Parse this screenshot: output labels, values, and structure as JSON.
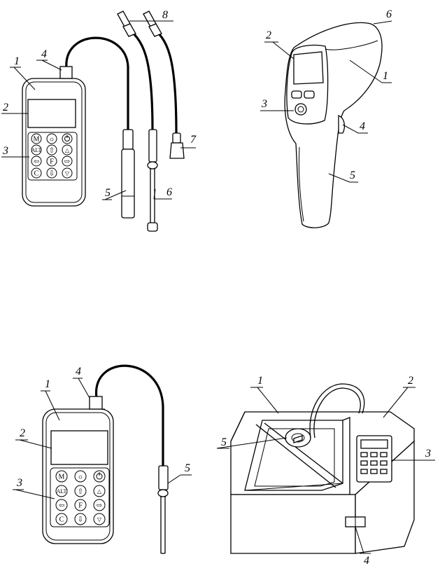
{
  "keypad": {
    "m": "M",
    "alt": "ALT",
    "f": "F",
    "c": "C"
  },
  "labels": {
    "fig1": [
      "1",
      "2",
      "3",
      "4",
      "5",
      "6",
      "7",
      "8"
    ],
    "fig2": [
      "1",
      "2",
      "3",
      "4",
      "5",
      "6"
    ],
    "fig3": [
      "1",
      "2",
      "3",
      "4",
      "5"
    ],
    "fig4": [
      "1",
      "2",
      "3",
      "4",
      "5"
    ]
  }
}
